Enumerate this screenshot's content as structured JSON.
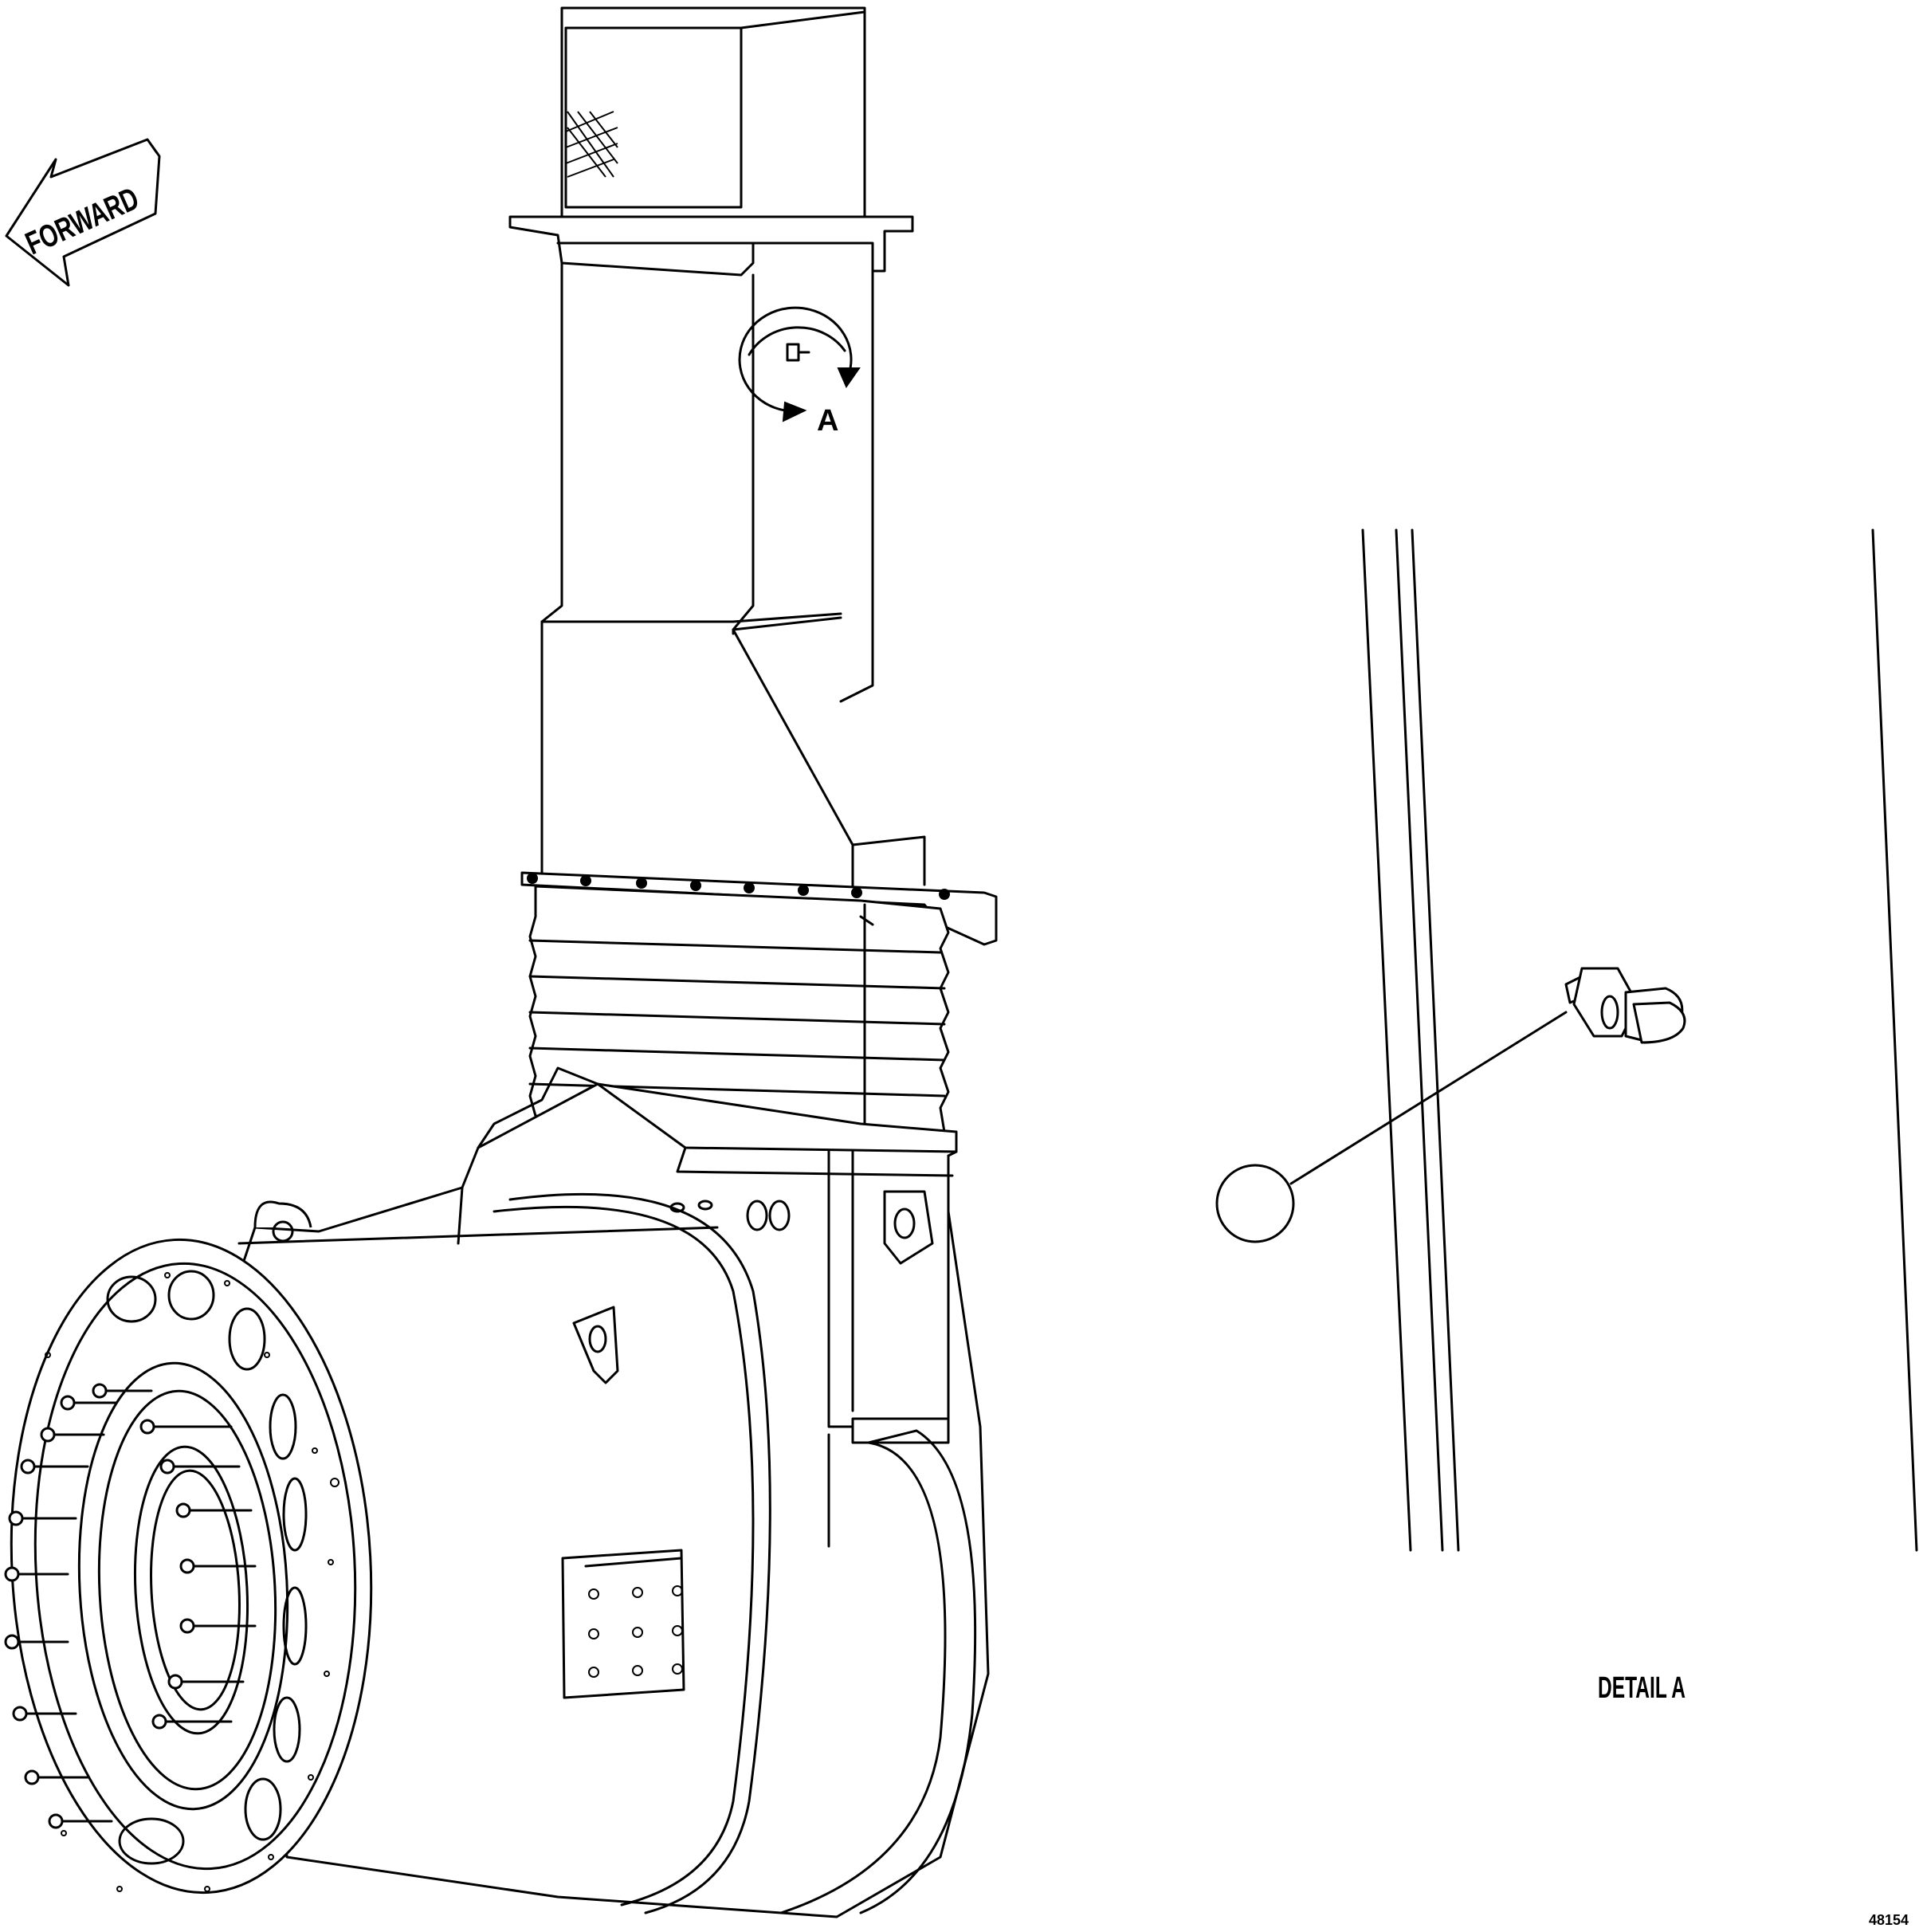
{
  "labels": {
    "forward": "FORWARD",
    "callout": "A",
    "detail_title": "DETAIL A",
    "figure_number": "48154"
  },
  "colors": {
    "line": "#000000",
    "background": "#ffffff"
  },
  "icons": {
    "direction_arrow": "forward-arrow-icon",
    "detail_circle": "detail-callout-circle"
  }
}
